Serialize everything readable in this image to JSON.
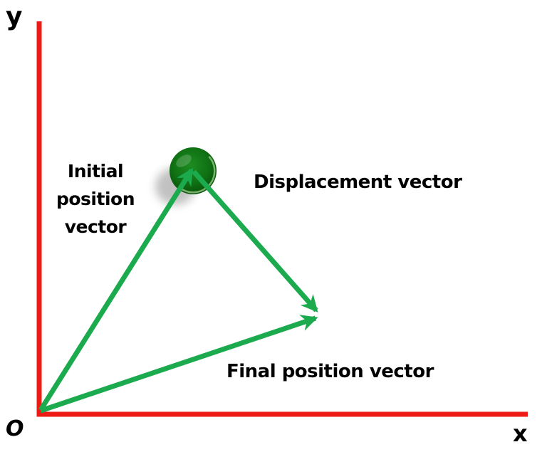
{
  "diagram": {
    "axes": {
      "y_label": "y",
      "x_label": "x",
      "origin_label": "O"
    },
    "labels": {
      "initial": {
        "lines": [
          "Initial",
          "position",
          "vector"
        ]
      },
      "displacement": "Displacement vector",
      "final": "Final position vector"
    }
  },
  "colors": {
    "axis": "#ee1b15",
    "vector": "#1caa4e",
    "ball_highlight": "#1d8c20",
    "ball_core": "#0f7013",
    "ball_edge": "#084409",
    "shadow": "#8f8f8f",
    "text": "#000000",
    "background": "#ffffff"
  }
}
